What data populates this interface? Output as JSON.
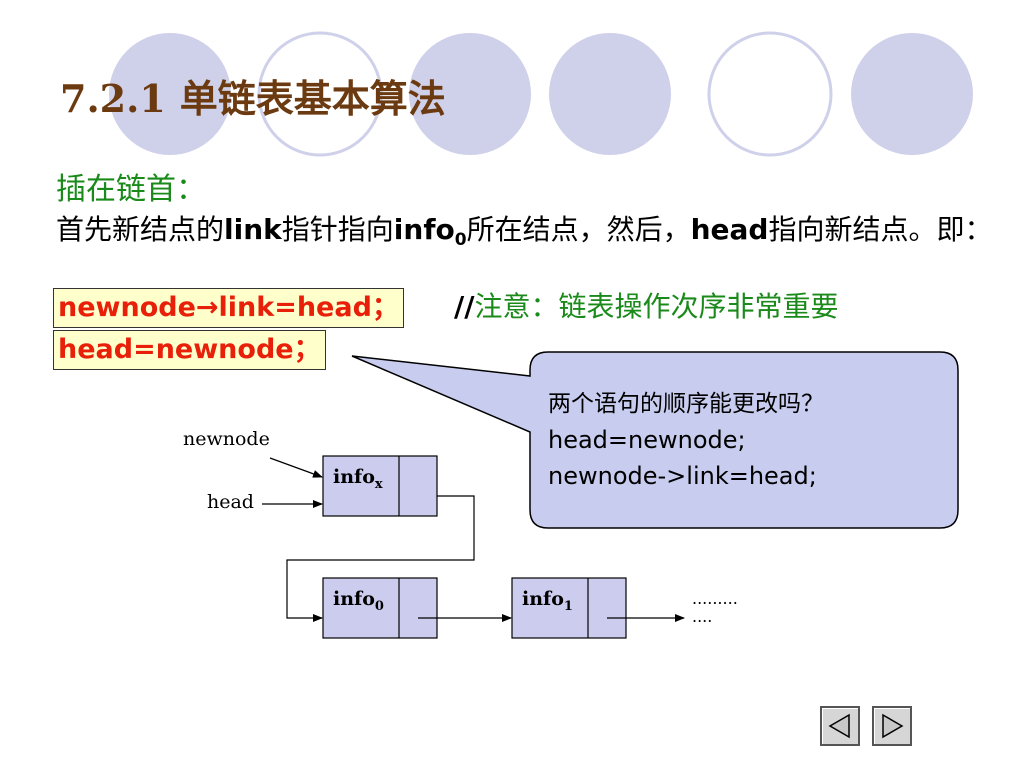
{
  "title": {
    "number": "7.2.1",
    "text": "单链表基本算法"
  },
  "subtitle": "插在链首：",
  "paragraph": {
    "p1": "首先新结点的",
    "b1": "link",
    "p2": "指针指向",
    "b2": "info",
    "b2_sub": "0",
    "p3": "所在结点，然后，",
    "b3": "head",
    "p4": "指向新结点。即："
  },
  "code": {
    "line1": "newnode→link=head；",
    "line2": "head=newnode；"
  },
  "comment": {
    "slashes": "//",
    "text": "注意：链表操作次序非常重要"
  },
  "callout": {
    "line1": "两个语句的顺序能更改吗？",
    "line2": "head=newnode;",
    "line3": "newnode->link=head;"
  },
  "diagram": {
    "label_newnode": "newnode",
    "label_head": "head",
    "nodes": [
      {
        "name": "info",
        "sub": "x"
      },
      {
        "name": "info",
        "sub": "0"
      },
      {
        "name": "info",
        "sub": "1"
      }
    ],
    "dots1": ".........",
    "dots2": "...."
  },
  "colors": {
    "title": "#6b3a10",
    "green": "#1a8a1a",
    "red": "#e8200a",
    "highlight": "#ffffcc",
    "circle": "#cfd0ea",
    "callout": "#c8ccee"
  },
  "nav": {
    "prev": "previous-slide",
    "next": "next-slide"
  }
}
